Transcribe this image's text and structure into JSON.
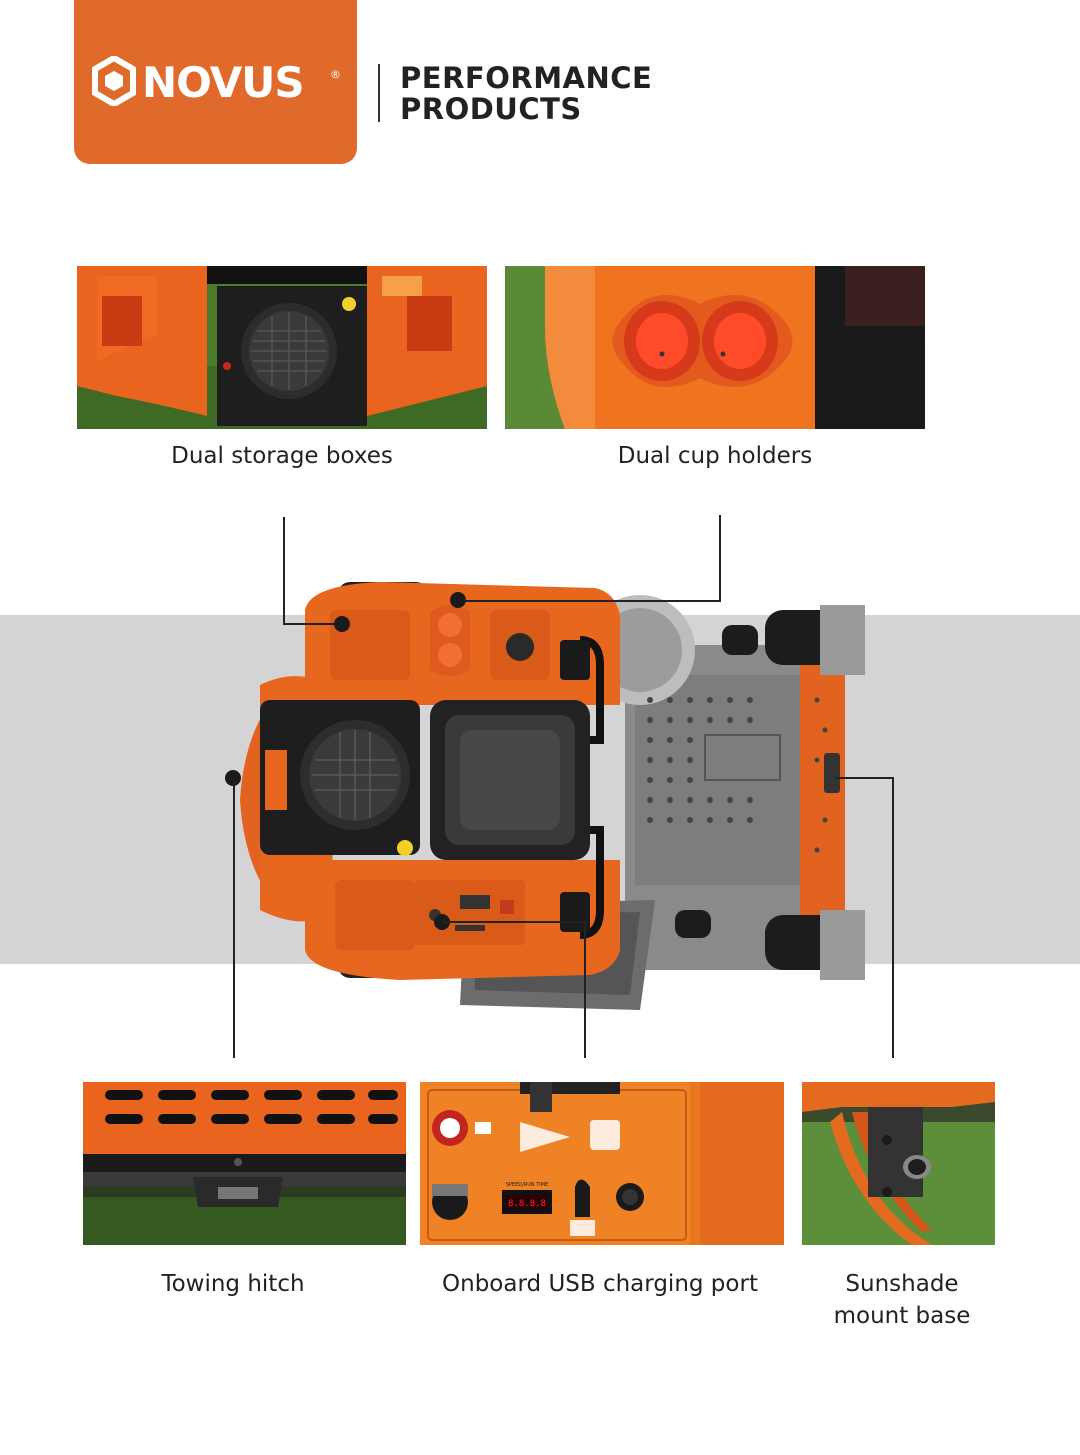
{
  "brand": {
    "logo_text": "NOVUS",
    "registered_mark": "®",
    "tagline_line1": "PERFORMANCE",
    "tagline_line2": "PRODUCTS",
    "accent_color": "#e06a2c"
  },
  "features": {
    "storage_boxes": "Dual storage boxes",
    "cup_holders": "Dual cup holders",
    "towing_hitch": "Towing hitch",
    "usb_port": "Onboard USB charging port",
    "sunshade_line1": "Sunshade",
    "sunshade_line2": "mount base"
  },
  "panel_labels": {
    "speed": "SPEED/RUN TIME"
  },
  "icons": {
    "logo": "hexagon-logo-icon",
    "key": "ignition-key-icon",
    "usb": "usb-socket-icon",
    "hour_meter": "hour-meter-icon",
    "throttle": "throttle-lever-icon"
  }
}
